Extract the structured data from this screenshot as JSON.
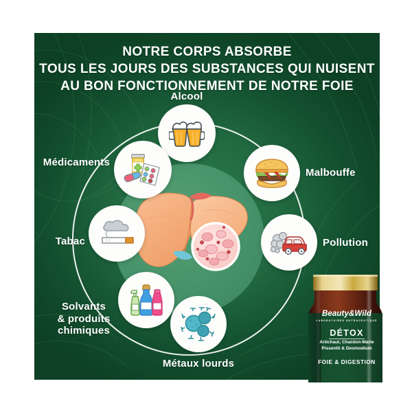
{
  "headline": {
    "line1": "NOTRE CORPS ABSORBE",
    "line2": "TOUS LES JOURS DES SUBSTANCES QUI NUISENT",
    "line3": "AU BON FONCTIONNEMENT DE NOTRE FOIE"
  },
  "diagram": {
    "center_label": "liver-illustration",
    "items": [
      {
        "id": "alcool",
        "label": "Alcool",
        "icon": "beer-mugs-icon"
      },
      {
        "id": "malbouffe",
        "label": "Malbouffe",
        "icon": "burger-icon"
      },
      {
        "id": "pollution",
        "label": "Pollution",
        "icon": "car-exhaust-icon"
      },
      {
        "id": "metaux",
        "label": "Métaux lourds",
        "icon": "heavy-metal-molecule-icon"
      },
      {
        "id": "solvants",
        "label": "Solvants\n& produits\nchimiques",
        "icon": "chemical-bottles-icon",
        "label_l1": "Solvants",
        "label_l2": "& produits",
        "label_l3": "chimiques"
      },
      {
        "id": "tabac",
        "label": "Tabac",
        "icon": "cigarette-smoke-icon"
      },
      {
        "id": "medicaments",
        "label": "Médicaments",
        "icon": "pills-blister-icon"
      }
    ]
  },
  "product": {
    "brand": "Beauty&Wild",
    "brand_sub": "LABORATOIRES NUTRACEUTIQUE",
    "name": "DÉTOX",
    "ingredients_line1": "Artichaut, Chardon-Marie",
    "ingredients_line2": "Pissenlit & Desmodium",
    "benefit": "FOIE & DIGESTION"
  },
  "colors": {
    "panel_green_dark": "#0d4024",
    "panel_green_mid": "#226b42",
    "center_disc_green": "#46926a",
    "white": "#ffffff",
    "bottle_cap_gold": "#c9a227",
    "bottle_glass": "#4a1b10",
    "bottle_label_green": "#12482a",
    "liver_orange": "#f5a772",
    "teal_metal": "#2f8f9d"
  }
}
